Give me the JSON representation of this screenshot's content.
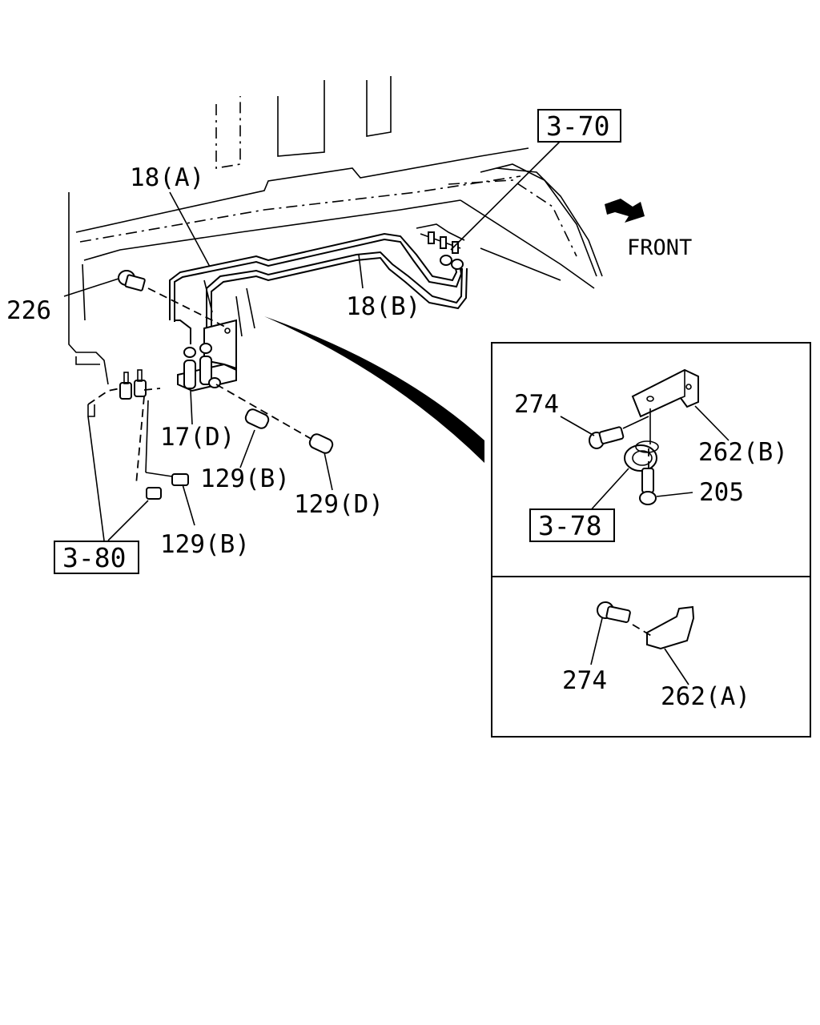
{
  "labels": {
    "l18a": "18(A)",
    "l18b": "18(B)",
    "l226": "226",
    "l17d": "17(D)",
    "l129b_top": "129(B)",
    "l129d": "129(D)",
    "l129b_bottom": "129(B)",
    "l274_top": "274",
    "l262b": "262(B)",
    "l205": "205",
    "l274_bottom": "274",
    "l262a": "262(A)",
    "front": "FRONT"
  },
  "references": {
    "r370": "3-70",
    "r378": "3-78",
    "r380": "3-80"
  }
}
